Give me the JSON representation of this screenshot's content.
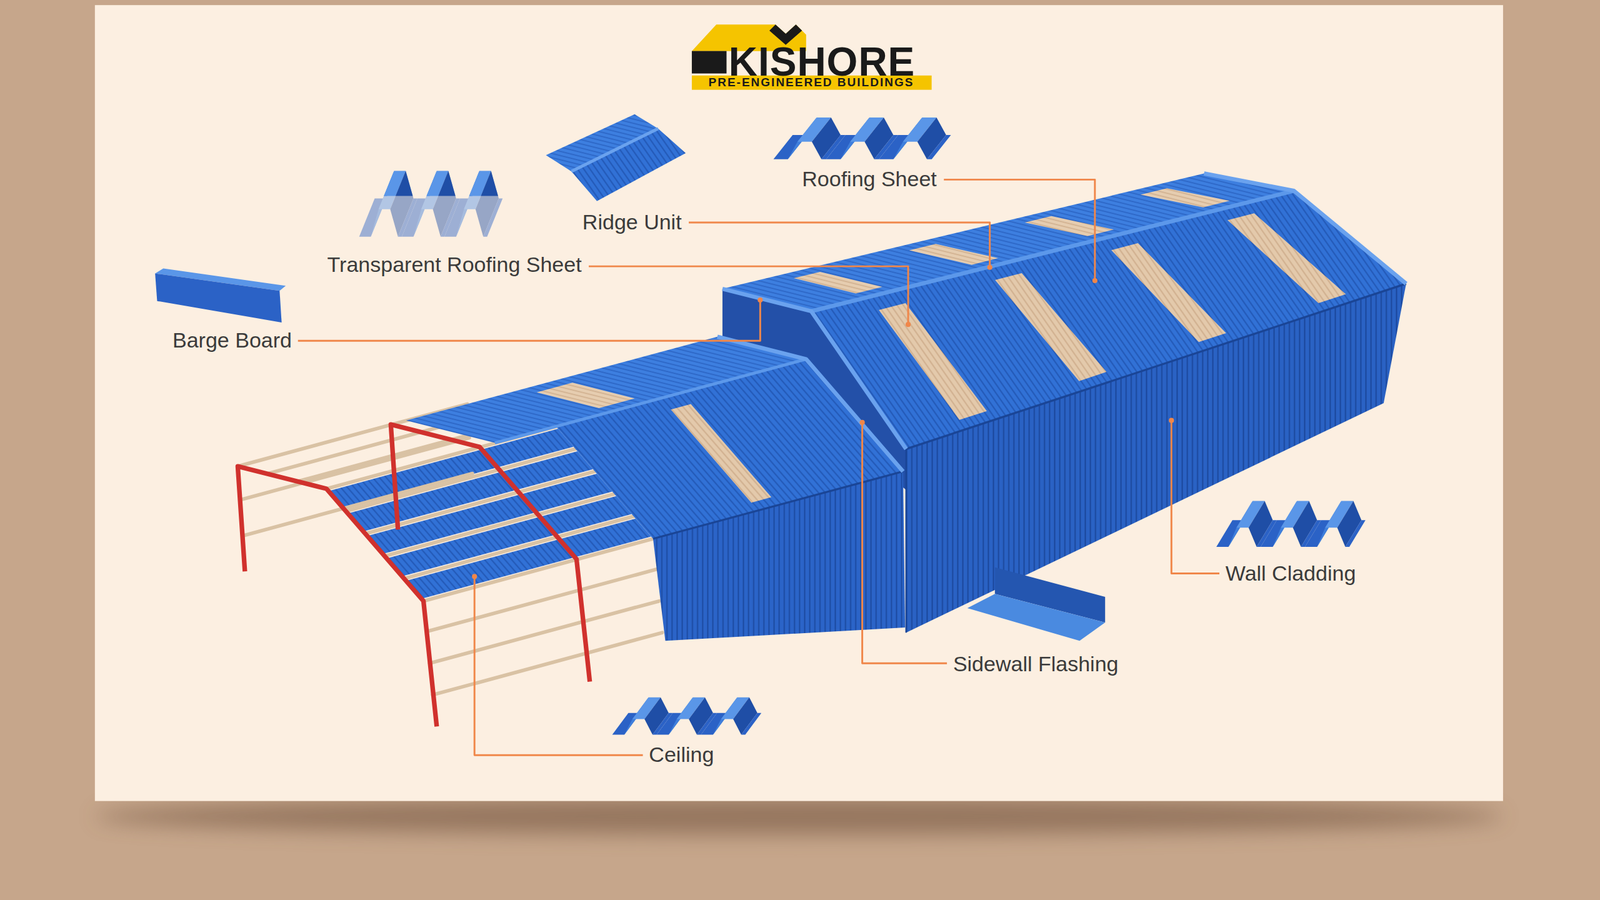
{
  "diagram": {
    "labels": [
      "KISHORE",
      "PRE-ENGINEERED BUILDINGS",
      "Roofing Sheet",
      "Ridge Unit",
      "Transparent Roofing Sheet",
      "Barge Board",
      "Wall Cladding",
      "Sidewall Flashing",
      "Ceiling"
    ]
  }
}
